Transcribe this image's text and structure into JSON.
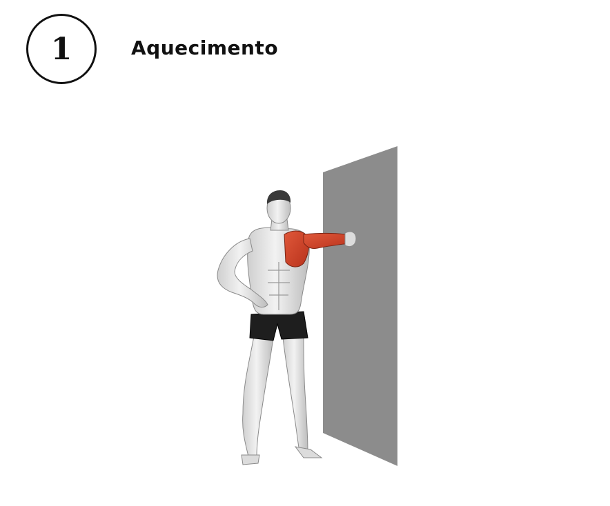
{
  "step": {
    "number": "1",
    "title": "Aquecimento"
  },
  "illustration": {
    "subject": "figure-stretching-chest-against-wall",
    "colors": {
      "wall": "#8c8c8c",
      "highlight_muscle": "#d2452a",
      "skin": "#e6e6e6",
      "shorts": "#1e1e1e"
    }
  }
}
